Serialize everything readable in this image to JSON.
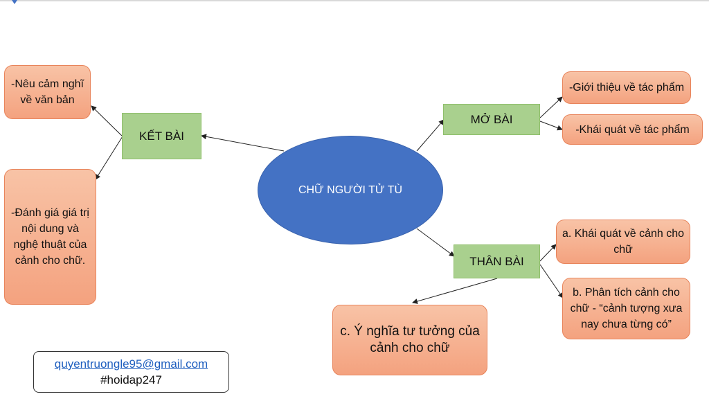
{
  "center": {
    "label": "CHỮ NGƯỜI TỬ TÙ"
  },
  "branches": {
    "ket_bai": {
      "label": "KẾT BÀI",
      "children": [
        "-Nêu cảm nghĩ về văn bản",
        "-Đánh giá giá trị nội dung và nghệ thuật của cảnh cho chữ."
      ]
    },
    "mo_bai": {
      "label": "MỞ BÀI",
      "children": [
        "-Giới thiệu về tác phẩm",
        "-Khái quát về tác phẩm"
      ]
    },
    "than_bai": {
      "label": "THÂN BÀI",
      "children": [
        "a. Khái quát về cảnh cho chữ",
        "b. Phân tích cảnh cho chữ - “cảnh tượng xưa nay chưa từng có”",
        "c. Ý nghĩa tư tưởng của cảnh cho chữ"
      ]
    }
  },
  "footer": {
    "email": "quyentruongle95@gmail.com",
    "tag": "#hoidap247"
  },
  "colors": {
    "center_fill": "#4472c4",
    "branch_fill": "#a9d08e",
    "leaf_fill": "#f4a27f",
    "link_color": "#1f5fbf"
  }
}
